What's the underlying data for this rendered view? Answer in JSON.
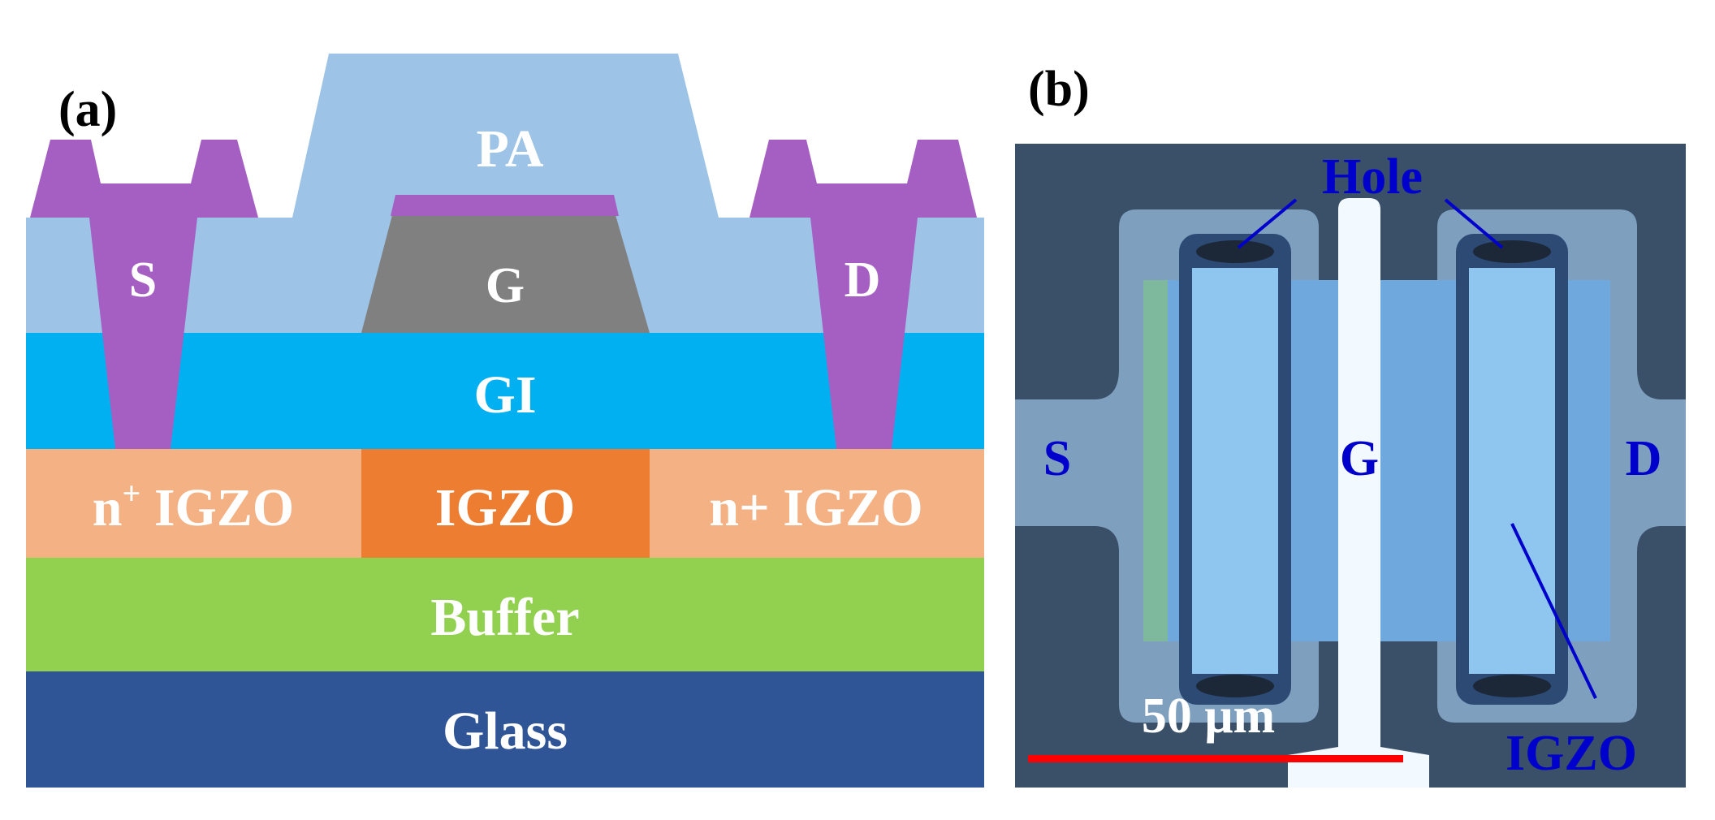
{
  "panel_a": {
    "label": "(a)",
    "layers": {
      "pa": "PA",
      "source": "S",
      "gate": "G",
      "drain": "D",
      "gi": "GI",
      "n_igzo_left": "n",
      "n_igzo_left_sup": "+",
      "n_igzo_left_rest": " IGZO",
      "igzo_channel": "IGZO",
      "n_igzo_right": "n+ IGZO",
      "buffer": "Buffer",
      "glass": "Glass"
    }
  },
  "panel_b": {
    "label": "(b)",
    "labels": {
      "hole": "Hole",
      "source": "S",
      "gate": "G",
      "drain": "D",
      "igzo": "IGZO",
      "scale_bar": "50 μm"
    }
  },
  "colors": {
    "pa": "#9dc3e6",
    "metal": "#a55fc3",
    "gate": "#808080",
    "gi": "#00b0f0",
    "n_igzo": "#f4b183",
    "igzo": "#ed7d31",
    "buffer": "#92d050",
    "glass": "#2f5597",
    "photo_bg": "#3a5068",
    "label_blue": "#0000cc",
    "scale_red": "#ff0000"
  }
}
